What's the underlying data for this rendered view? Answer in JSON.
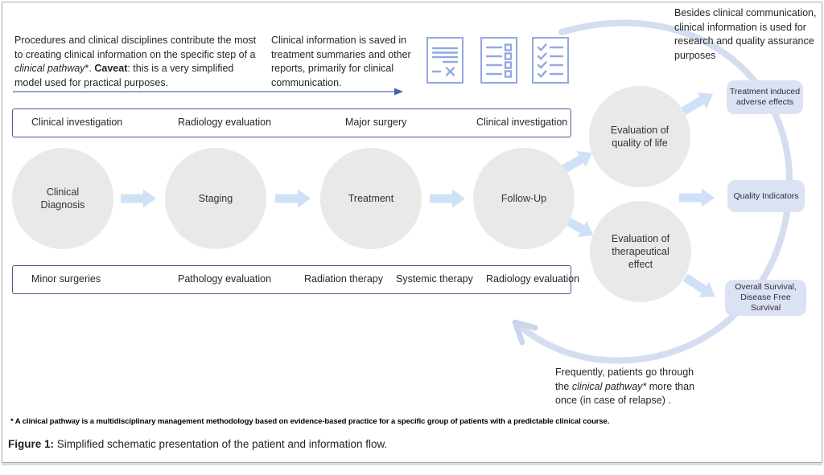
{
  "figure": {
    "caption_label": "Figure 1:",
    "caption_text": " Simplified schematic presentation of the patient and information flow.",
    "footnote": "* A clinical pathway is a multidisciplinary management methodology based on evidence-based practice for a specific group of patients with a predictable clinical course."
  },
  "notes": {
    "top_left": {
      "p1": "Procedures and clinical disciplines contribute the most to creating clinical information on the specific step of a ",
      "italic": "clinical pathway",
      "p2": "*. ",
      "bold": "Caveat",
      "p3": ": this is a very simplified model used for practical purposes."
    },
    "top_mid": "Clinical information is saved in treatment summaries and other reports, primarily for clinical communication.",
    "top_right": "Besides clinical communication, clinical information is used for research and quality assurance purposes",
    "bottom_right": {
      "p1": "Frequently, patients go through the ",
      "italic": "clinical pathway*",
      "p2": " more than once (in case of relapse) ."
    }
  },
  "top_box": {
    "items": [
      "Clinical investigation",
      "Radiology evaluation",
      "Major surgery",
      "Clinical investigation"
    ]
  },
  "bottom_box": {
    "items": [
      "Minor surgeries",
      "Pathology evaluation",
      "Radiation therapy",
      "Systemic therapy",
      "Radiology evaluation"
    ]
  },
  "pathway": {
    "steps": [
      "Clinical Diagnosis",
      "Staging",
      "Treatment",
      "Follow-Up"
    ],
    "evaluations": [
      "Evaluation of quality of life",
      "Evaluation of therapeutical effect"
    ],
    "outcomes": [
      "Treatment induced adverse effects",
      "Quality Indicators",
      "Overall Survival, Disease Free Survival"
    ]
  },
  "icons": {
    "doc1": "summary-document-icon",
    "doc2": "checkbox-list-icon",
    "doc3": "checked-list-icon"
  },
  "colors": {
    "flow_circle_fill": "#e9e9ea",
    "block_arrow": "#cfe1f6",
    "outcome_box_fill": "#dbe2f3",
    "stage_box_border": "#53568f",
    "cycle_arc": "#d4def0",
    "icon_stroke": "#93a9e0",
    "thin_arrow": "#4465ad"
  }
}
